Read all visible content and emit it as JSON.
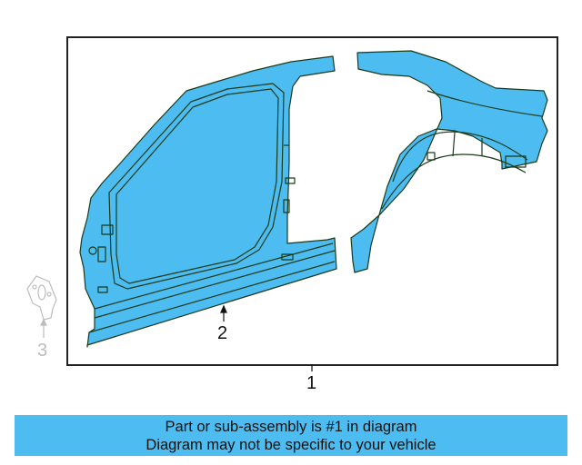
{
  "diagram": {
    "callouts": [
      {
        "id": "1",
        "label": "1",
        "description": "side body panel assembly (frame callout)"
      },
      {
        "id": "2",
        "label": "2",
        "description": "front side aperture / rocker panel"
      },
      {
        "id": "3",
        "label": "3",
        "description": "small bracket (greyed, outside frame)"
      }
    ],
    "colors": {
      "part_fill": "#4dbcf0",
      "part_outline": "#1a3a1a",
      "frame_border": "#222222",
      "muted": "#bdbdbd",
      "banner": "#4dbcf0"
    }
  },
  "banner": {
    "line1": "Part or sub-assembly is #1 in diagram",
    "line2": "Diagram may not be specific to your vehicle"
  }
}
